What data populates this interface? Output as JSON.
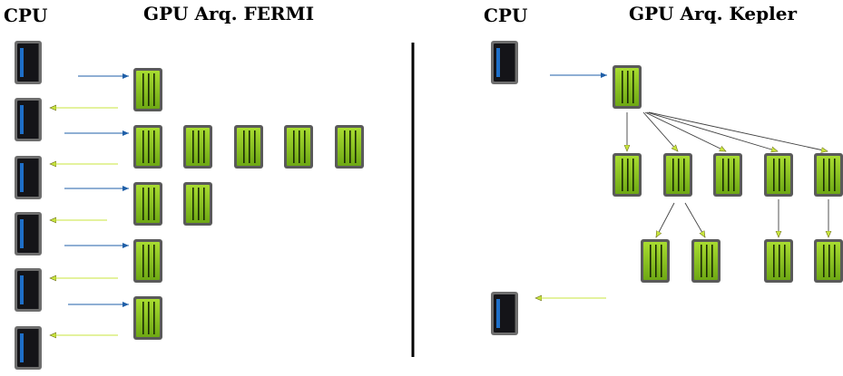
{
  "titles": {
    "cpu_left": "CPU",
    "gpu_fermi": "GPU Arq. FERMI",
    "cpu_right": "CPU",
    "gpu_kepler": "GPU Arq. Kepler"
  },
  "colors": {
    "cpu_body": "#141418",
    "cpu_frame": "#6e6e6e",
    "cpu_stripe": "#1e6fc8",
    "gpu_frame": "#5a5a5a",
    "gpu_fill": "#8cc820",
    "gpu_stripe": "#1a2a06",
    "arrow_to_gpu": "#1f5fa8",
    "arrow_to_cpu": "#c8e63c",
    "kepler_arrow": "#404040",
    "divider": "#000000"
  },
  "icons": {
    "cpu": "cpu-chip-icon",
    "gpu": "gpu-chip-icon"
  }
}
